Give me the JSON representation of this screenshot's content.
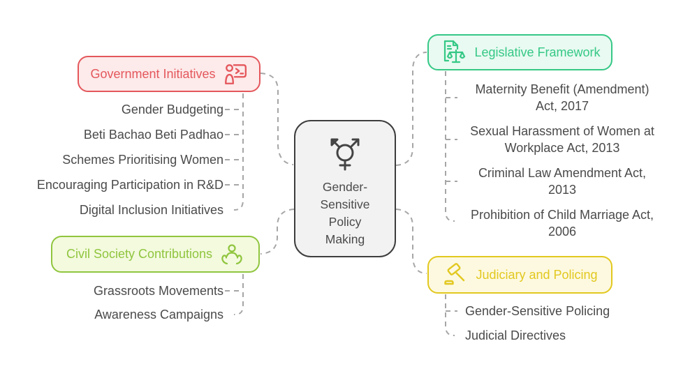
{
  "diagram": {
    "connector_color": "#a6a6a6",
    "center": {
      "title": "Gender-\nSensitive\nPolicy\nMaking",
      "icon": "transgender-icon",
      "border_color": "#3d3d3d",
      "background": "#f2f2f2"
    },
    "branches": {
      "government": {
        "label": "Government Initiatives",
        "icon": "presenter-board-icon",
        "accent": "#e4575c",
        "background": "#fdeaea",
        "items": [
          "Gender Budgeting",
          "Beti Bachao Beti Padhao",
          "Schemes Prioritising Women",
          "Encouraging Participation in R&D",
          "Digital Inclusion Initiatives"
        ]
      },
      "legislative": {
        "label": "Legislative Framework",
        "icon": "document-scales-icon",
        "accent": "#35c886",
        "background": "#e8faf1",
        "items": [
          "Maternity Benefit (Amendment)\nAct, 2017",
          "Sexual Harassment of Women at\nWorkplace Act, 2013",
          "Criminal Law Amendment Act,\n2013",
          "Prohibition of Child Marriage Act,\n2006"
        ]
      },
      "civil_society": {
        "label": "Civil Society Contributions",
        "icon": "hands-person-icon",
        "accent": "#90c53e",
        "background": "#f3fade",
        "items": [
          "Grassroots Movements",
          "Awareness Campaigns"
        ]
      },
      "judiciary": {
        "label": "Judiciary and Policing",
        "icon": "gavel-icon",
        "accent": "#e2c81f",
        "background": "#fdf9e0",
        "items": [
          "Gender-Sensitive Policing",
          "Judicial Directives"
        ]
      }
    }
  }
}
